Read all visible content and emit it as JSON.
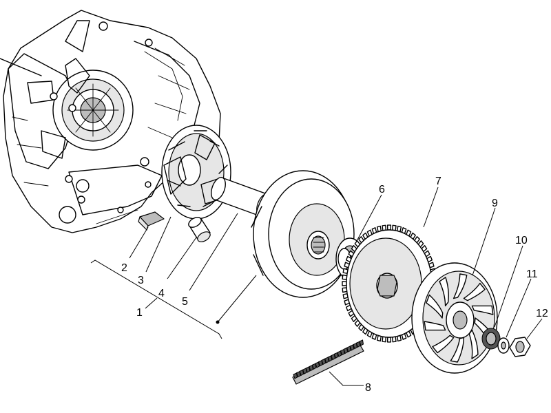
{
  "callouts": [
    {
      "id": "1",
      "label": "1"
    },
    {
      "id": "2",
      "label": "2"
    },
    {
      "id": "3",
      "label": "3"
    },
    {
      "id": "4",
      "label": "4"
    },
    {
      "id": "5",
      "label": "5"
    },
    {
      "id": "6",
      "label": "6"
    },
    {
      "id": "7",
      "label": "7"
    },
    {
      "id": "8",
      "label": "8"
    },
    {
      "id": "9",
      "label": "9"
    },
    {
      "id": "10",
      "label": "10"
    },
    {
      "id": "11",
      "label": "11"
    },
    {
      "id": "12",
      "label": "12"
    }
  ],
  "colors": {
    "line": "#000000",
    "background": "#ffffff",
    "shade": "#bdbdbd"
  }
}
